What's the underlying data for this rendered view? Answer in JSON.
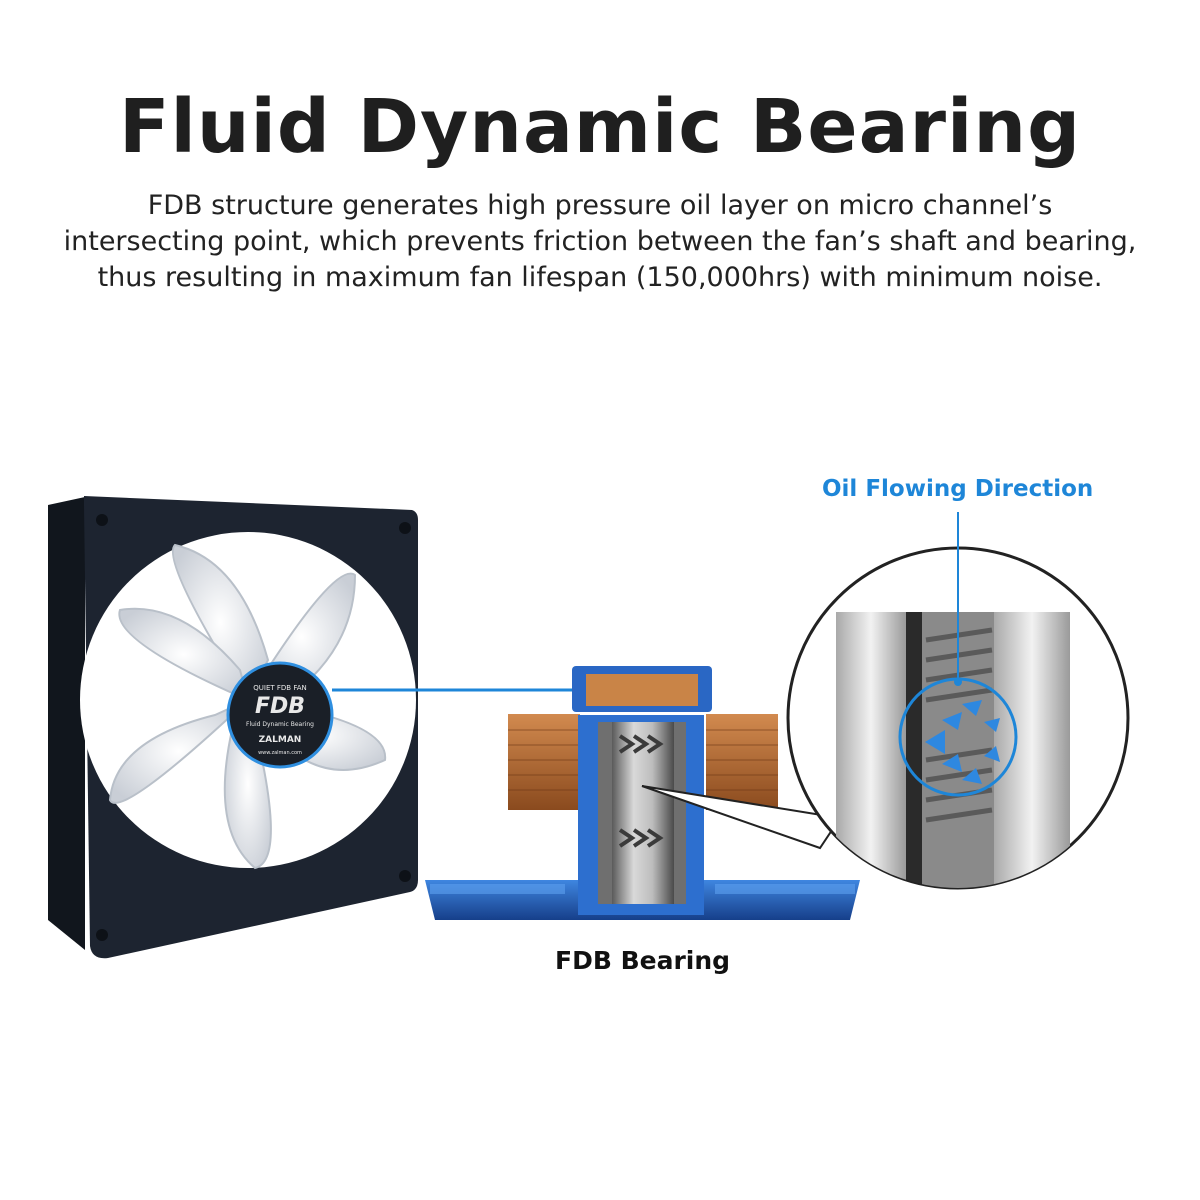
{
  "heading": {
    "title": "Fluid Dynamic Bearing",
    "description_lines": [
      "FDB structure generates high pressure oil layer on micro channel’s",
      "intersecting point, which prevents friction between the fan’s shaft and bearing,",
      "thus resulting in maximum fan lifespan (150,000hrs) with minimum noise."
    ]
  },
  "diagram": {
    "oil_label": "Oil Flowing Direction",
    "bearing_label": "FDB Bearing",
    "fan_hub": {
      "line1": "QUIET FDB FAN",
      "logo": "FDB",
      "line2": "Fluid Dynamic Bearing",
      "brand": "ZALMAN",
      "url": "www.zalman.com"
    },
    "colors": {
      "accent_blue": "#1e86d8",
      "base_blue": "#1f5fb5",
      "copper": "#b8672e",
      "fan_frame": "#1d2430"
    }
  }
}
